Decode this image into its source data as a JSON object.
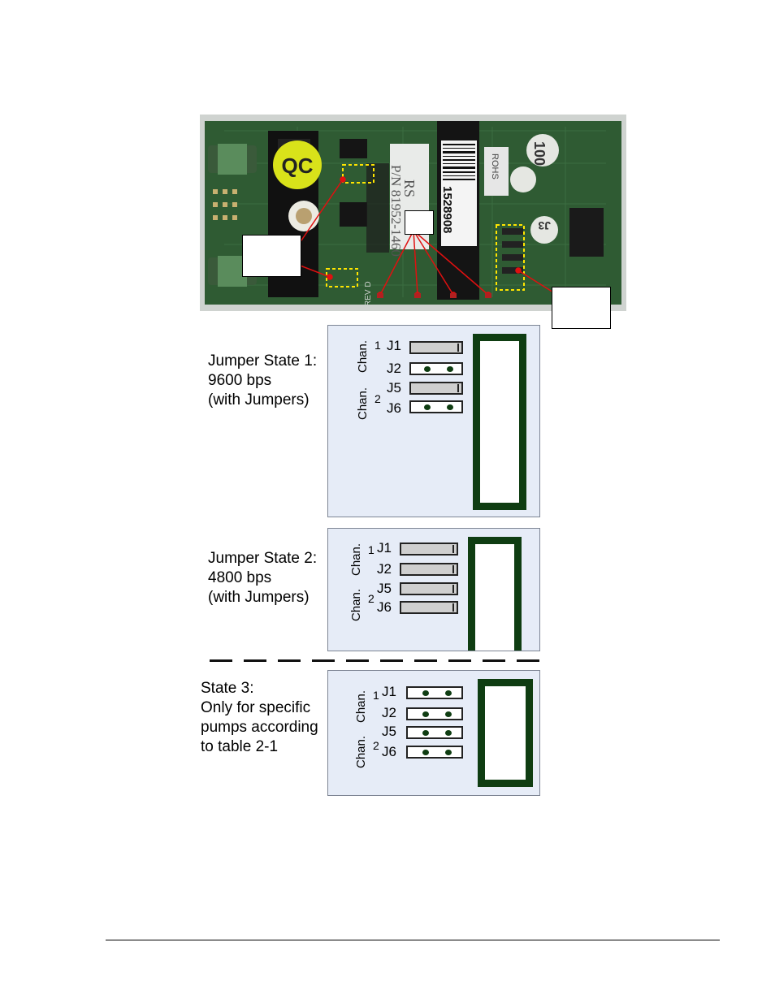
{
  "photo": {
    "qc_sticker": "QC",
    "pn_label": "P/N 81952-1460",
    "rs_label": "RS",
    "barcode_number": "1528908",
    "sticker_100": "100",
    "rohs_label": "ROHS",
    "sticker_j3": "J3",
    "rev_label": "REV D"
  },
  "states": [
    {
      "label_lines": [
        "Jumper State 1:",
        "9600 bps",
        "(with Jumpers)"
      ],
      "chan1": "Chan.",
      "chan1_num": "1",
      "chan2": "Chan.",
      "chan2_num": "2",
      "jumpers": [
        {
          "name": "J1",
          "style": "solid"
        },
        {
          "name": "J2",
          "style": "pins"
        },
        {
          "name": "J5",
          "style": "solid"
        },
        {
          "name": "J6",
          "style": "pins"
        }
      ]
    },
    {
      "label_lines": [
        "Jumper State 2:",
        "4800 bps",
        "(with Jumpers)"
      ],
      "chan1": "Chan.",
      "chan1_num": "1",
      "chan2": "Chan.",
      "chan2_num": "2",
      "jumpers": [
        {
          "name": "J1",
          "style": "solid"
        },
        {
          "name": "J2",
          "style": "solid"
        },
        {
          "name": "J5",
          "style": "solid"
        },
        {
          "name": "J6",
          "style": "solid"
        }
      ]
    },
    {
      "label_lines": [
        "State 3:",
        "Only for specific",
        "pumps according",
        "to table 2-1"
      ],
      "chan1": "Chan.",
      "chan1_num": "1",
      "chan2": "Chan.",
      "chan2_num": "2",
      "jumpers": [
        {
          "name": "J1",
          "style": "pins"
        },
        {
          "name": "J2",
          "style": "pins"
        },
        {
          "name": "J5",
          "style": "pins"
        },
        {
          "name": "J6",
          "style": "pins"
        }
      ]
    }
  ],
  "colors": {
    "pcb_green": "#2f5b33",
    "frame_green": "#0f3d12",
    "panel_bg": "#e6ecf7",
    "highlight_yellow": "#ffe500",
    "arrow_red": "#e01010"
  }
}
